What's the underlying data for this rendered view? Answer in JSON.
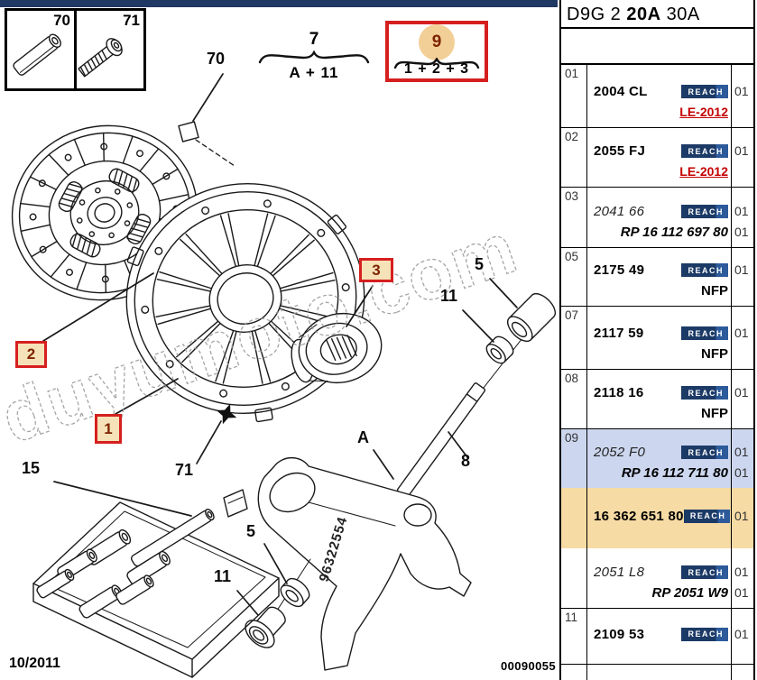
{
  "diagram": {
    "inset": {
      "pin_label": "70",
      "bolt_label": "71"
    },
    "callouts": {
      "pin": "70",
      "bolt": "71",
      "disc": "2",
      "plate": "1",
      "bearing": "3",
      "kit": "15",
      "sleeve_top": "5",
      "ring_top": "11",
      "shaft": "8",
      "fork": "A",
      "sleeve_bottom": "5",
      "ring_bottom": "11"
    },
    "group7": {
      "label": "7",
      "formula": "A + 11"
    },
    "group9": {
      "label": "9",
      "formula": "1 + 2 + 3"
    },
    "fork_stamp": "96322554",
    "watermark": "duyumoto.com"
  },
  "footer": {
    "date": "10/2011",
    "doc": "00090055"
  },
  "panel": {
    "title": {
      "pre": "D9G 2 ",
      "bold": "20A",
      "post": " 30A"
    },
    "reach": "REACH",
    "rows": [
      {
        "num": "01",
        "part": "2004 CL",
        "qty": "01",
        "note": "LE-2012"
      },
      {
        "num": "02",
        "part": "2055 FJ",
        "qty": "01",
        "note": "LE-2012"
      },
      {
        "num": "03",
        "part": "2041 66",
        "qty": "01",
        "sub": "RP 16 112 697 80",
        "sub_qty": "01"
      },
      {
        "num": "05",
        "part": "2175 49",
        "qty": "01",
        "note": "NFP"
      },
      {
        "num": "07",
        "part": "2117 59",
        "qty": "01",
        "note": "NFP"
      },
      {
        "num": "08",
        "part": "2118 16",
        "qty": "01",
        "note": "NFP"
      },
      {
        "num": "09",
        "part": "2052 F0",
        "qty": "01",
        "sub": "RP 16 112 711 80",
        "sub_qty": "01"
      },
      {
        "num": "",
        "part": "16 362 651 80",
        "qty": "01"
      },
      {
        "num": "",
        "part": "2051 L8",
        "qty": "01",
        "sub": "RP 2051 W9",
        "sub_qty": "01"
      },
      {
        "num": "11",
        "part": "2109 53",
        "qty": "01"
      },
      {
        "num": ""
      }
    ]
  },
  "colors": {
    "accent_navy": "#1f3864",
    "callout_red": "#d61f1f",
    "callout_fill": "#f6e2b8",
    "highlight_blue": "#ccd7ef",
    "highlight_orange": "#f7dba4",
    "note_red": "#c40000"
  }
}
